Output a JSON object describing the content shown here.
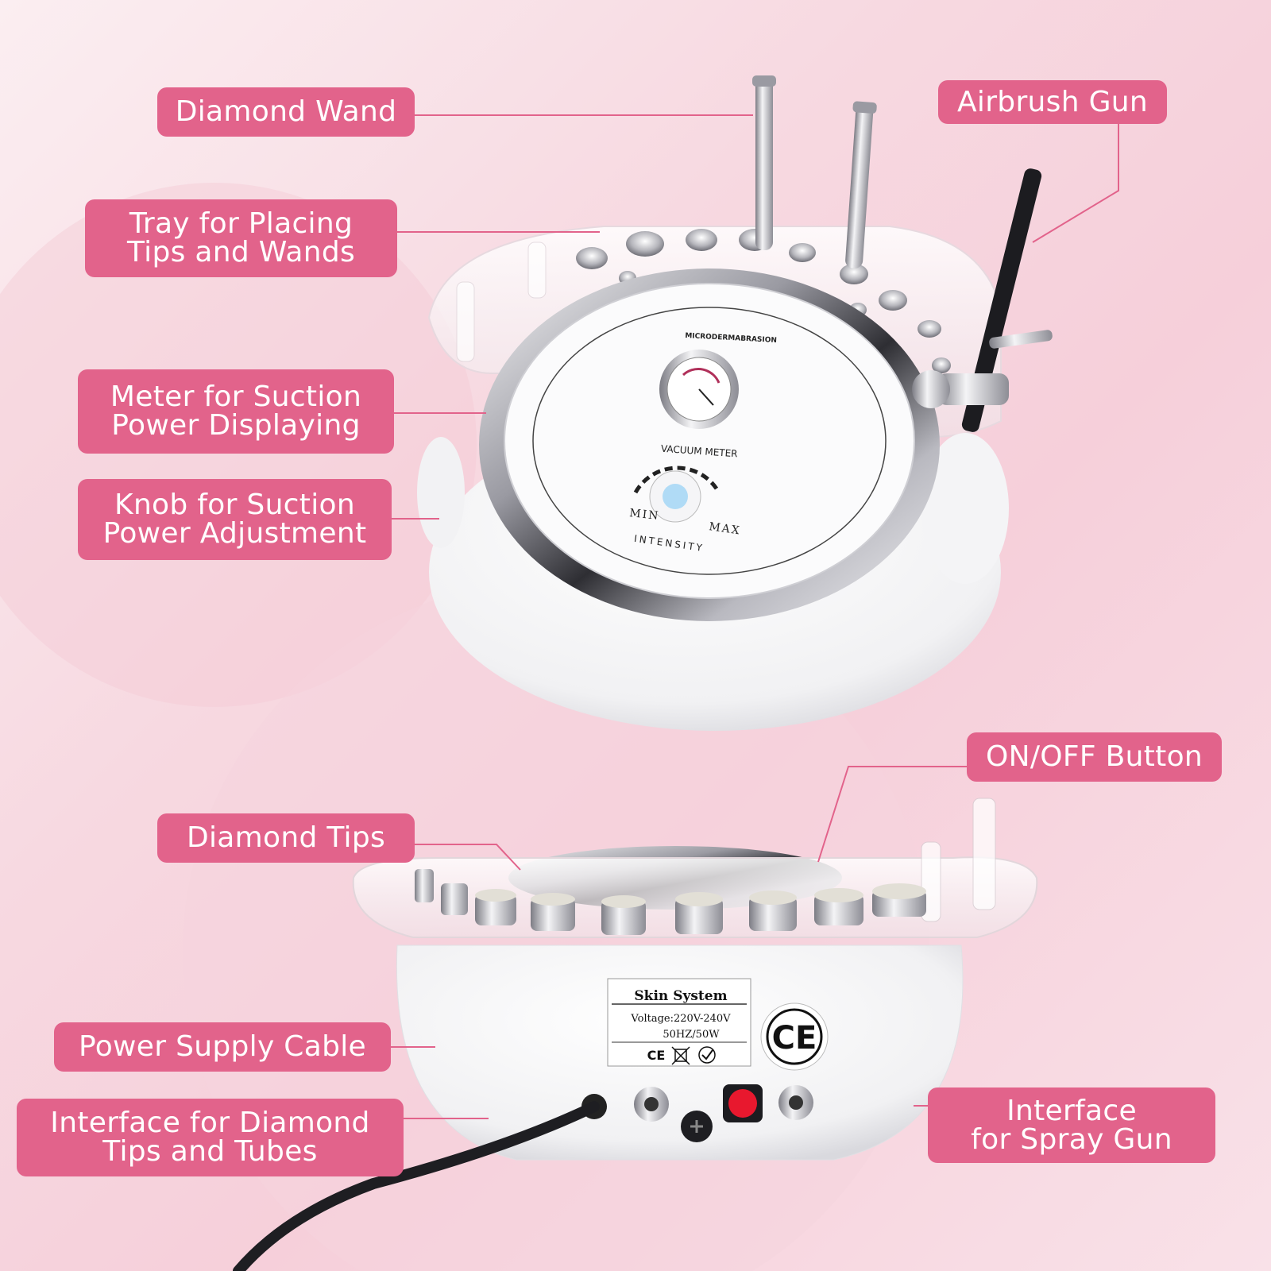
{
  "accent_color": "#e2638b",
  "background_color": "#f7d9e1",
  "labels": {
    "diamond_wand": "Diamond Wand",
    "airbrush_gun": "Airbrush Gun",
    "tray": "Tray for Placing\nTips and Wands",
    "meter": "Meter for Suction\nPower Displaying",
    "knob": "Knob for Suction\nPower Adjustment",
    "on_off": "ON/OFF Button",
    "diamond_tips": "Diamond Tips",
    "power_cable": "Power Supply Cable",
    "interface_tips": "Interface for Diamond\nTips and Tubes",
    "interface_spray": "Interface\nfor Spray Gun"
  },
  "device": {
    "panel_title": "MICRODERMABRASION",
    "meter_label": "VACUUM METER",
    "knob_min": "MIN",
    "knob_max": "MAX",
    "knob_label": "INTENSITY"
  },
  "rating_plate": {
    "title": "Skin System",
    "voltage": "Voltage:220V-240V",
    "frequency_power": "50HZ/50W",
    "marks": "CE",
    "ce_badge": "CE"
  }
}
